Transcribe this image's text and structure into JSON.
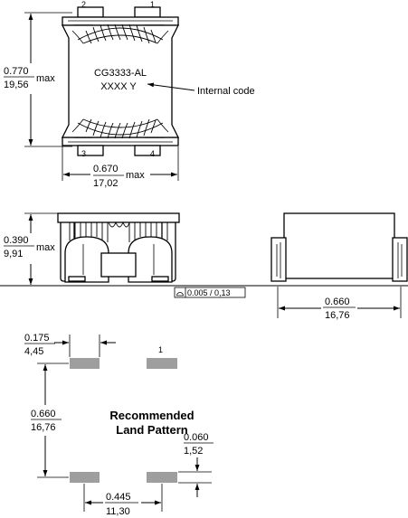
{
  "top_view": {
    "part_number": "CG3333-AL",
    "code_marking": "XXXX Y",
    "code_callout": "Internal code",
    "pins": [
      "1",
      "2",
      "3",
      "4"
    ],
    "height_in": "0.770",
    "height_mm": "19,56",
    "height_suffix": "max",
    "width_in": "0.670",
    "width_mm": "17,02",
    "width_suffix": "max"
  },
  "side_view": {
    "height_in": "0.390",
    "height_mm": "9,91",
    "height_suffix": "max",
    "flatness_symbol": "flatness-symbol",
    "flatness_value": "0.005 / 0,13"
  },
  "end_view": {
    "width_in": "0.660",
    "width_mm": "16,76"
  },
  "land_pattern": {
    "title_line1": "Recommended",
    "title_line2": "Land Pattern",
    "pin_label": "1",
    "pad_width_in": "0.175",
    "pad_width_mm": "4,45",
    "row_spacing_in": "0.660",
    "row_spacing_mm": "16,76",
    "pad_height_in": "0.060",
    "pad_height_mm": "1,52",
    "column_spacing_in": "0.445",
    "column_spacing_mm": "11,30",
    "pad_color": "#9e9e9e"
  }
}
